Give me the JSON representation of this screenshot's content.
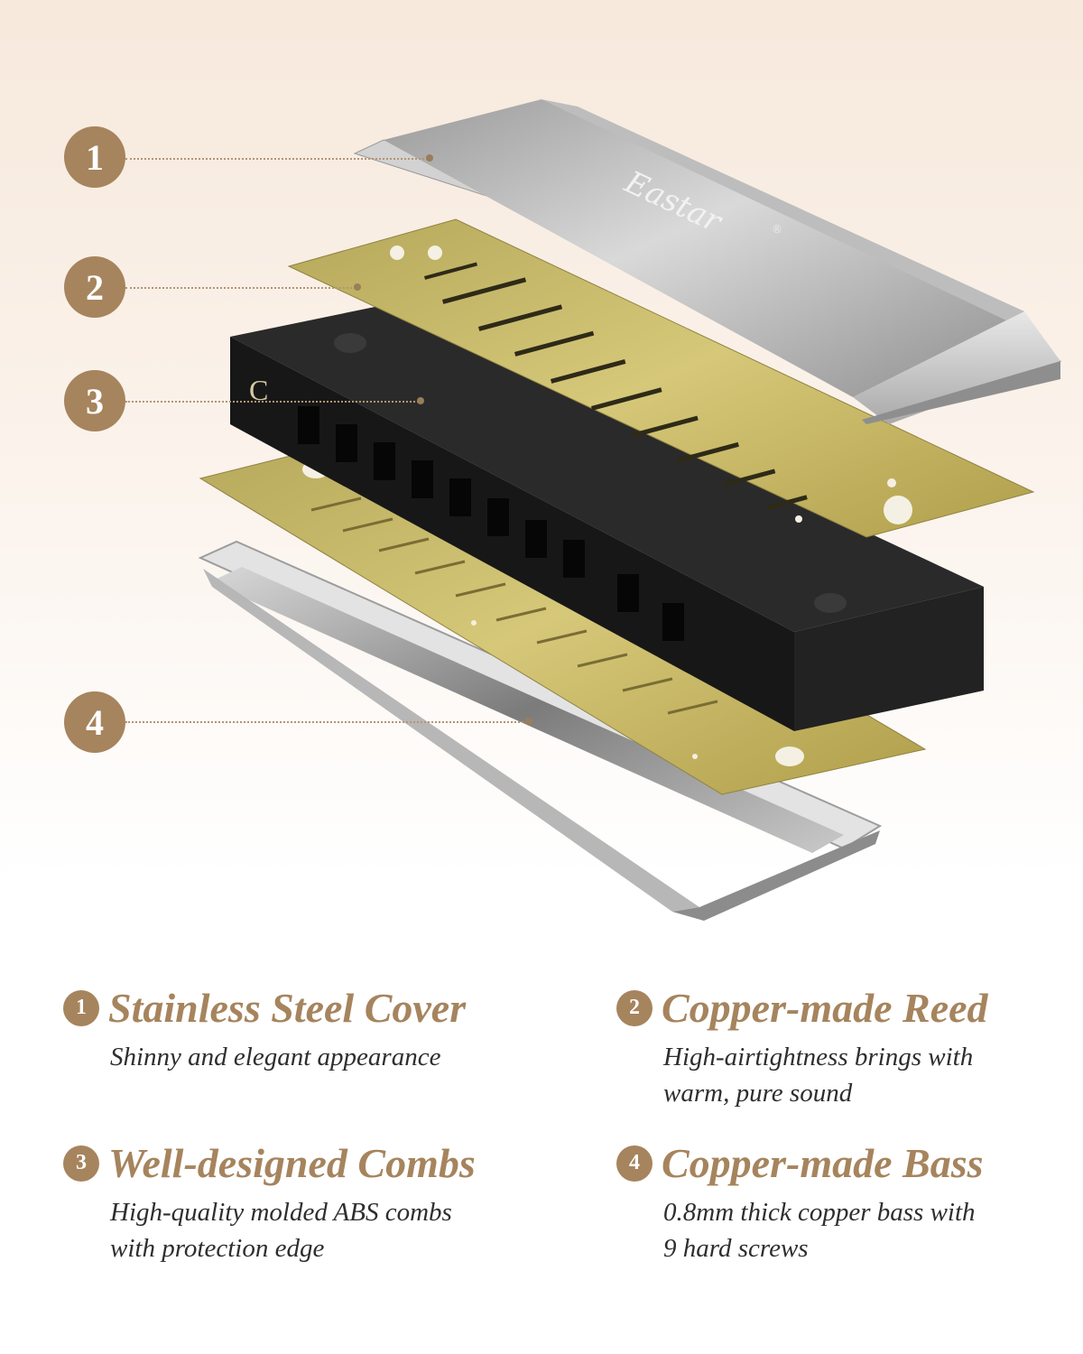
{
  "brand": {
    "logo_text": "Eastar",
    "registered_mark": "®"
  },
  "comb": {
    "key_label": "C"
  },
  "callouts": [
    {
      "number": "1"
    },
    {
      "number": "2"
    },
    {
      "number": "3"
    },
    {
      "number": "4"
    }
  ],
  "features": [
    {
      "number": "1",
      "title": "Stainless Steel Cover",
      "description_lines": [
        "Shinny and elegant appearance"
      ]
    },
    {
      "number": "2",
      "title": "Copper-made Reed",
      "description_lines": [
        "High-airtightness brings with",
        "warm, pure sound"
      ]
    },
    {
      "number": "3",
      "title": "Well-designed Combs",
      "description_lines": [
        "High-quality molded ABS combs",
        "with protection edge"
      ]
    },
    {
      "number": "4",
      "title": "Copper-made Bass",
      "description_lines": [
        "0.8mm thick copper bass with",
        "9 hard screws"
      ]
    }
  ],
  "colors": {
    "accent": "#a6845d",
    "brass": "#c7b65a",
    "comb": "#1b1b1b",
    "steel": "#c8c8c8"
  }
}
